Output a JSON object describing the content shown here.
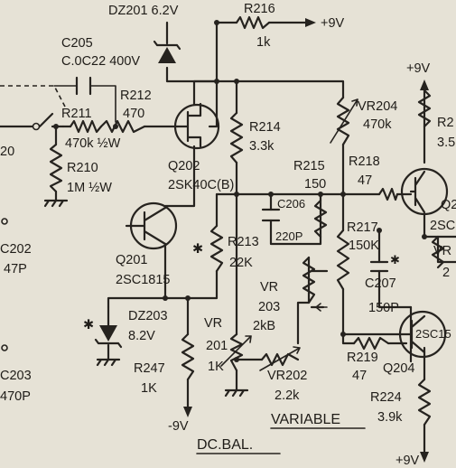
{
  "components": {
    "dz201": "DZ201 6.2V",
    "r216": "R216",
    "r216_val": "1k",
    "supply_top": "+9V",
    "c205": "C205",
    "c205_val": "C.0C22 400V",
    "r212": "R212",
    "r212_val": "470",
    "r211": "R211",
    "r211_val": "470k ½W",
    "r210": "R210",
    "r210_val": "1M ½W",
    "q202": "Q202",
    "q202_type": "2SK40C(B)",
    "r214": "R214",
    "r214_val": "3.3k",
    "r215": "R215",
    "r215_val": "150",
    "vr204": "VR204",
    "vr204_val": "470k",
    "r218": "R218",
    "r218_val": "47",
    "supply_right": "+9V",
    "r_edge": "R2",
    "r_edge_val": "3.5",
    "q_edge": "Q2",
    "q_edge_type": "2SC",
    "c206": "C206",
    "c206_val": "220P",
    "r213": "R213",
    "r213_val": "22K",
    "r217": "R217",
    "r217_val": "150K",
    "c207": "C207",
    "c207_val": "150P",
    "vr_edge": "VR",
    "vr_edge_val": "2",
    "q201": "Q201",
    "q201_type": "2SC1815",
    "vr203": "VR",
    "vr203_num": "203",
    "vr203_val": "2kB",
    "dz203": "DZ203",
    "dz203_val": "8.2V",
    "vr201": "VR",
    "vr201_num": "201",
    "vr201_val": "1K",
    "r219": "R219",
    "r219_val": "47",
    "q204": "Q204",
    "q204_type": "2SC15",
    "r247": "R247",
    "r247_val": "1K",
    "vr202": "VR202",
    "vr202_val": "2.2k",
    "r224": "R224",
    "r224_val": "3.9k",
    "supply_neg": "-9V",
    "supply_bottom": "+9V",
    "c202": "C202",
    "c202_val": "47P",
    "c203": "C203",
    "c203_val": "470P",
    "node_20": "20",
    "star": "✱"
  },
  "annotations": {
    "variable": "VARIABLE",
    "dc_bal": "DC.BAL."
  }
}
